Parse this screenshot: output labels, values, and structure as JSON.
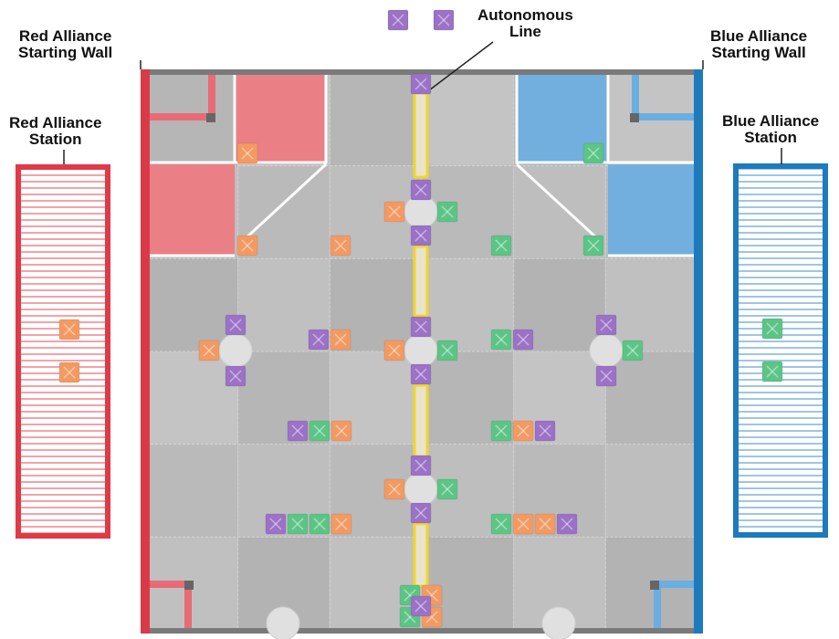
{
  "labels": {
    "red_wall": [
      "Red Alliance",
      "Starting Wall"
    ],
    "red_station": [
      "Red Alliance",
      "Station"
    ],
    "blue_wall": [
      "Blue Alliance",
      "Starting Wall"
    ],
    "blue_station": [
      "Blue Alliance",
      "Station"
    ],
    "auton_line": [
      "Autonomous",
      "Line"
    ]
  },
  "colors": {
    "red": "#e03a48",
    "blue": "#1d7bbd",
    "tile": "#b9b9b9",
    "orange_cube": "#f39a63",
    "green_cube": "#5cc585",
    "purple_cube": "#9b72c6",
    "goal": "#e0e0e0",
    "autonomous_line": "#f2d62a"
  },
  "field": {
    "tile_grid": [
      6,
      6
    ],
    "cube_colors": [
      "orange",
      "green",
      "purple"
    ],
    "red_station_preloads": [
      "orange",
      "orange"
    ],
    "blue_station_preloads": [
      "green",
      "green"
    ]
  }
}
